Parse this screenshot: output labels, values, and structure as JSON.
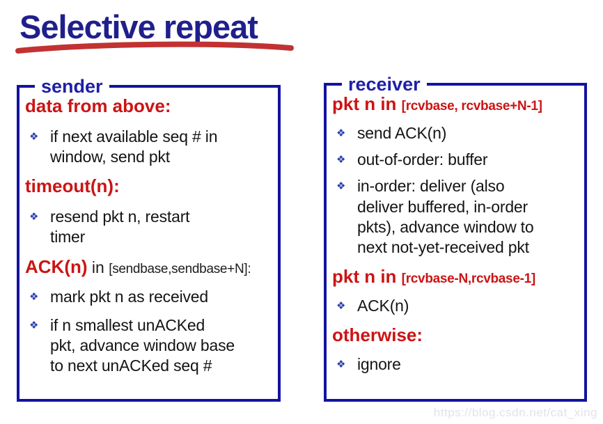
{
  "title": {
    "text": "Selective repeat"
  },
  "glyphs": {
    "bullet": "❖"
  },
  "colors": {
    "title_blue": "#1f1f8c",
    "box_border_blue": "#1313a0",
    "label_blue": "#1f1fa6",
    "heading_red": "#cc1414",
    "underline_red": "#c23232",
    "body_text": "#141414",
    "bullet_blue": "#2b3fae",
    "watermark_gray": "#e2e2ec"
  },
  "sender": {
    "label": "sender",
    "sections": [
      {
        "heading": "data from above:",
        "bullets": [
          "if next available seq # in\nwindow, send pkt"
        ]
      },
      {
        "heading": "timeout(n):",
        "bullets": [
          "resend pkt n, restart\ntimer"
        ]
      },
      {
        "heading_red": "ACK(n)",
        "heading_mid": " in ",
        "heading_bracket": "[sendbase,sendbase+N]:",
        "bullets": [
          "mark pkt n as received",
          "if n smallest unACKed\npkt, advance window base\nto next unACKed seq #"
        ]
      }
    ]
  },
  "receiver": {
    "label": "receiver",
    "sections": [
      {
        "heading_red": "pkt n in ",
        "heading_bracket": "[rcvbase, rcvbase+N-1]",
        "bullets": [
          "send ACK(n)",
          "out-of-order: buffer",
          "in-order: deliver (also\ndeliver buffered, in-order\npkts), advance window to\nnext not-yet-received pkt"
        ]
      },
      {
        "heading_red": "pkt n in ",
        "heading_bracket": "[rcvbase-N,rcvbase-1]",
        "bullets": [
          "ACK(n)"
        ]
      },
      {
        "heading": "otherwise:",
        "bullets": [
          "ignore"
        ]
      }
    ]
  },
  "watermark": "https://blog.csdn.net/cat_xing"
}
